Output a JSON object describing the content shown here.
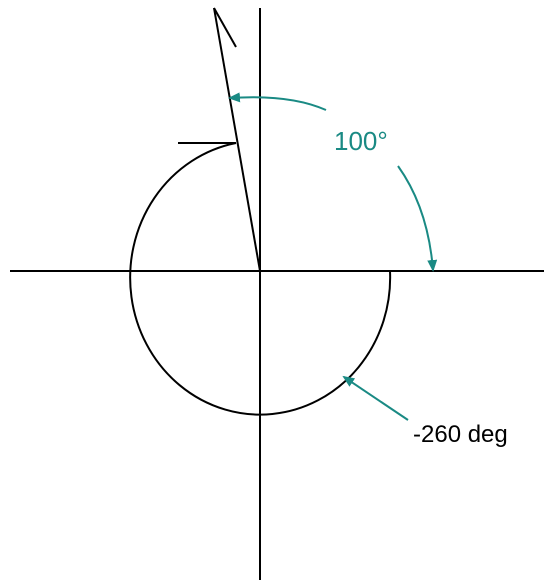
{
  "diagram": {
    "positive_angle": {
      "degrees": 100,
      "label": "100°"
    },
    "negative_angle": {
      "degrees": -260,
      "label": "-260 deg"
    },
    "colors": {
      "line": "#000000",
      "accent": "#1a8a84",
      "background": "#ffffff"
    }
  }
}
